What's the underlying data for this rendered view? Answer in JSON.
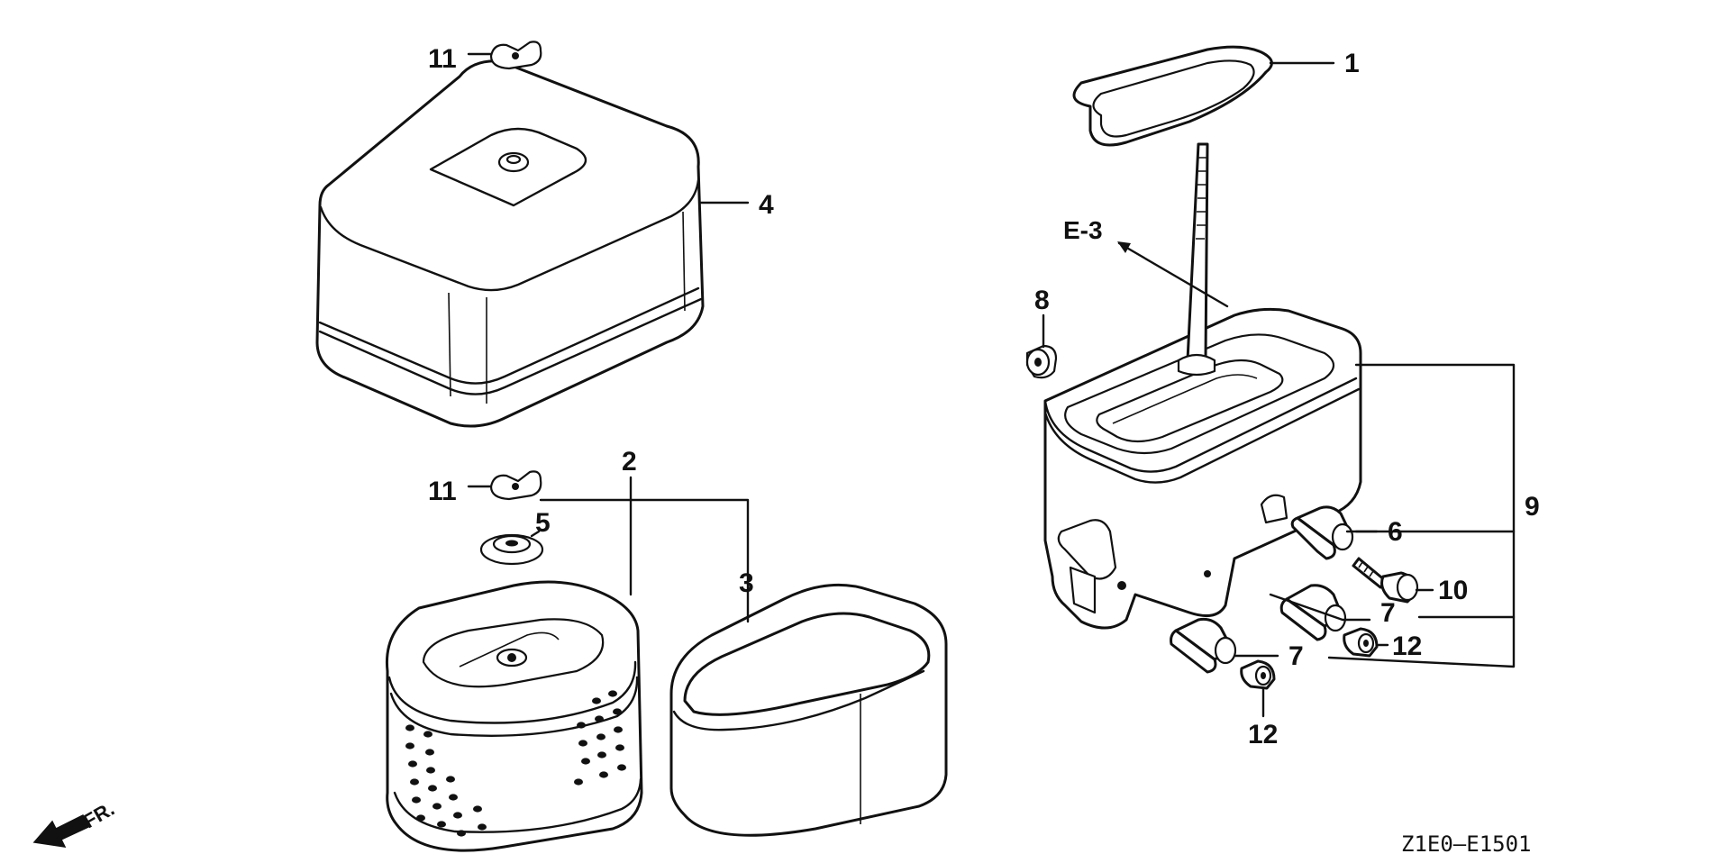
{
  "diagram": {
    "drawing_code": "Z1E0—E1501",
    "ref_label": "E-3",
    "direction_label": "FR.",
    "callouts": [
      "1",
      "2",
      "3",
      "4",
      "5",
      "6",
      "7",
      "7",
      "8",
      "9",
      "10",
      "11",
      "11",
      "12",
      "12"
    ]
  }
}
